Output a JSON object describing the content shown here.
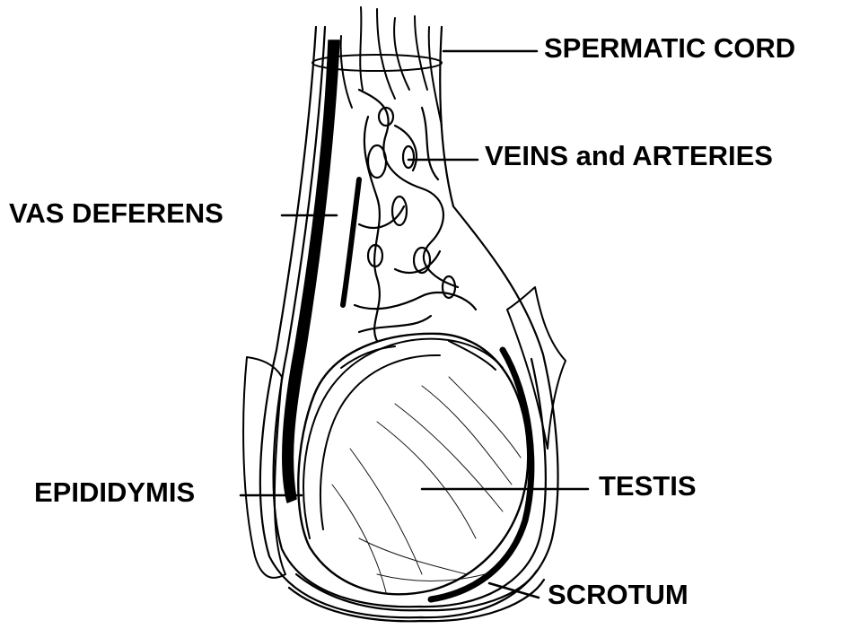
{
  "labels": {
    "spermatic_cord": "SPERMATIC CORD",
    "veins_arteries": "VEINS and ARTERIES",
    "vas_deferens": "VAS DEFERENS",
    "epididymis": "EPIDIDYMIS",
    "testis": "TESTIS",
    "scrotum": "SCROTUM"
  },
  "colors": {
    "ink": "#000000",
    "paper": "#ffffff"
  }
}
